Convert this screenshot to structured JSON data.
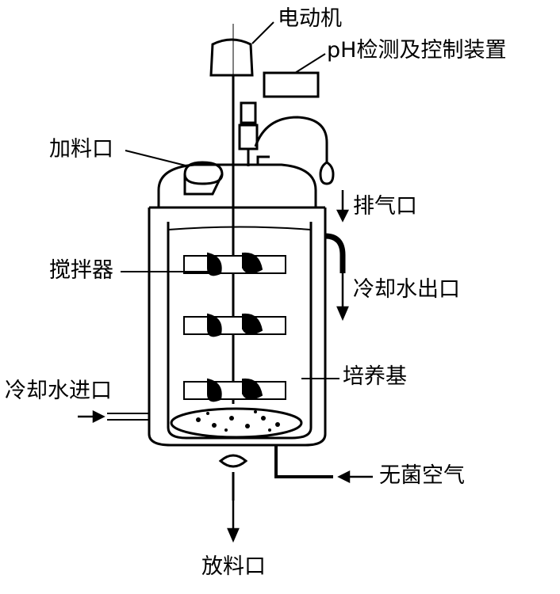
{
  "labels": {
    "motor": "电动机",
    "ph_device": "pH检测及控制装置",
    "feed_inlet": "加料口",
    "exhaust": "排气口",
    "stirrer": "搅拌器",
    "cooling_water_out": "冷却水出口",
    "cooling_water_in": "冷却水进口",
    "culture_medium": "培养基",
    "sterile_air": "无菌空气",
    "discharge_outlet": "放料口"
  },
  "colors": {
    "line": "#000000",
    "background": "#ffffff"
  }
}
